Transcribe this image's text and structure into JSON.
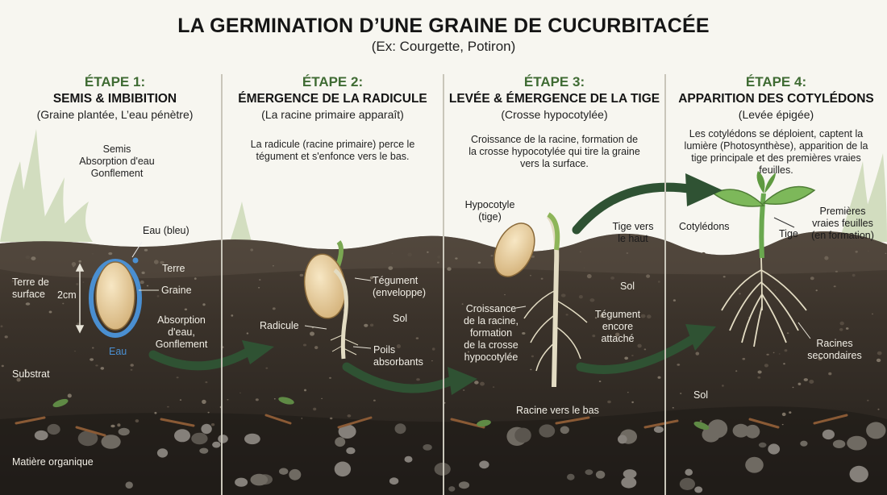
{
  "title": "LA GERMINATION D’UNE GRAINE DE CUCURBITACÉE",
  "subtitle": "(Ex: Courgette, Potiron)",
  "colors": {
    "step_heading": "#3f6b33",
    "soil_dark": "#2f2a24",
    "seed": "#e6cfa0",
    "leaf": "#6aa84f",
    "arrow": "#2f5233",
    "water": "#4a8fd1"
  },
  "steps": [
    {
      "number": "ÉTAPE 1:",
      "name": "SEMIS & IMBIBITION",
      "subtitle": "(Graine plantée, L’eau pénètre)",
      "description": [
        "Semis",
        "Absorption d'eau",
        "Gonflement"
      ],
      "labels": {
        "eau_bleu": "Eau (bleu)",
        "terre": "Terre",
        "terre_de_surface": [
          "Terre de",
          "surface"
        ],
        "depth": "2cm",
        "graine": "Graine",
        "absorption": [
          "Absorption",
          "d'eau,",
          "Gonflement"
        ],
        "eau": "Eau",
        "substrat": "Substrat",
        "matiere_organique": "Matière organique"
      }
    },
    {
      "number": "ÉTAPE 2:",
      "name": "ÉMERGENCE DE LA RADICULE",
      "subtitle": "(La racine primaire apparaît)",
      "description": [
        "La radicule (racine primaire) perce le",
        "tégument et s'enfonce vers le bas."
      ],
      "labels": {
        "tegument": [
          "Tégument",
          "(enveloppe)"
        ],
        "sol": "Sol",
        "radicule": "Radicule",
        "poils": [
          "Poils",
          "absorbants"
        ]
      }
    },
    {
      "number": "ÉTAPE 3:",
      "name": "LEVÉE & ÉMERGENCE DE LA TIGE",
      "subtitle": "(Crosse hypocotylée)",
      "description": [
        "Croissance de la racine, formation de",
        "la crosse hypocotylée qui tire la graine",
        "vers la surface."
      ],
      "labels": {
        "hypocotyle": [
          "Hypocotyle",
          "(tige)"
        ],
        "tige_vers_haut": [
          "Tige vers",
          "le haut"
        ],
        "sol": "Sol",
        "croissance": [
          "Croissance",
          "de la racine,",
          "formation",
          "de la crosse",
          "hypocotylée"
        ],
        "tegument_attache": [
          "Tégument",
          "encore",
          "attaché"
        ],
        "racine_bas": "Racine vers le bas"
      }
    },
    {
      "number": "ÉTAPE 4:",
      "name": "APPARITION DES COTYLÉDONS",
      "subtitle": "(Levée épigée)",
      "description": [
        "Les cotylédons se déploient, captent la",
        "lumière (Photosynthèse), apparition de la",
        "tige principale et des premières vraies",
        "feuilles."
      ],
      "labels": {
        "cotyledons": "Cotylédons",
        "tige": "Tige",
        "vraies_feuilles": [
          "Premières",
          "vraies feuilles",
          "(en formation)"
        ],
        "racines_secondaires": [
          "Racines",
          "secondaires"
        ],
        "sol": "Sol"
      }
    }
  ]
}
